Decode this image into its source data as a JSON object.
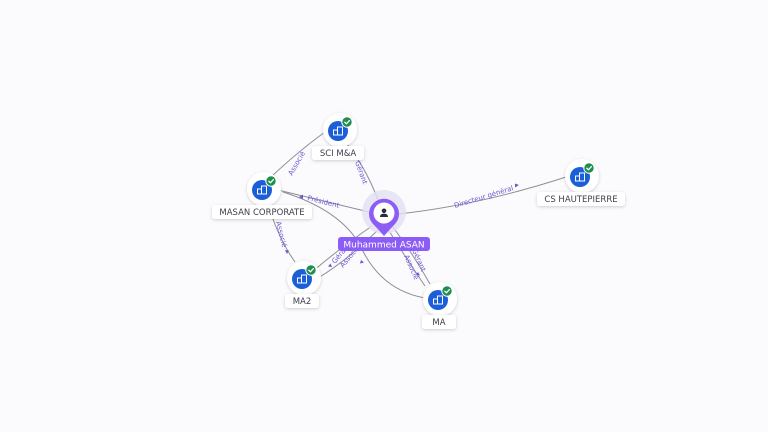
{
  "graph": {
    "person": {
      "name": "Muhammed ASAN",
      "icon": "person-icon",
      "color": "#8b5cf6"
    },
    "companies": [
      {
        "id": "sci",
        "name": "SCI M&A",
        "icon": "building-icon",
        "status": "verified-check-icon"
      },
      {
        "id": "masan",
        "name": "MASAN CORPORATE",
        "icon": "building-icon",
        "status": "verified-check-icon"
      },
      {
        "id": "cs",
        "name": "CS HAUTEPIERRE",
        "icon": "building-icon",
        "status": "verified-check-icon"
      },
      {
        "id": "ma2",
        "name": "MA2",
        "icon": "building-icon",
        "status": "verified-check-icon"
      },
      {
        "id": "ma",
        "name": "MA",
        "icon": "building-icon",
        "status": "verified-check-icon"
      }
    ],
    "edges": [
      {
        "from": "person",
        "to": "sci",
        "label": "Gérant"
      },
      {
        "from": "person",
        "to": "masan",
        "label": "Président"
      },
      {
        "from": "person",
        "to": "cs",
        "label": "Directeur général"
      },
      {
        "from": "masan",
        "to": "sci",
        "label": "Associé"
      },
      {
        "from": "masan",
        "to": "ma2",
        "label": "Associé"
      },
      {
        "from": "ma2",
        "to": "person",
        "label": "Gérant"
      },
      {
        "from": "ma2",
        "to": "person",
        "label": "Associé"
      },
      {
        "from": "person",
        "to": "ma",
        "label": "Gérant"
      },
      {
        "from": "person",
        "to": "ma",
        "label": "Associé"
      },
      {
        "from": "masan",
        "to": "ma",
        "label": ""
      }
    ],
    "colors": {
      "company": "#1a5fd8",
      "status": "#1e8f4e",
      "edge_label": "#6b57d6",
      "person": "#8b5cf6"
    }
  }
}
